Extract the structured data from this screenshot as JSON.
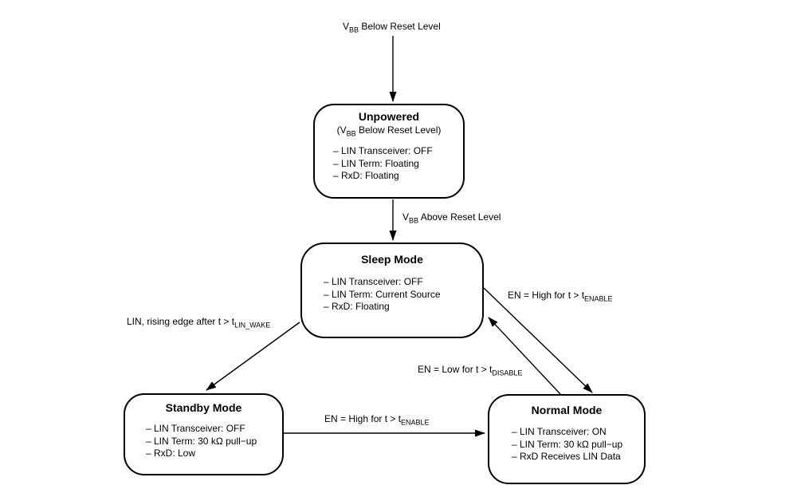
{
  "figure": {
    "background": "#ffffff",
    "line_color": "#000000",
    "text_color": "#000000"
  },
  "labels": {
    "vbb_below": {
      "pre": "V",
      "sub": "BB",
      "post": " Below Reset Level"
    },
    "vbb_above": {
      "pre": "V",
      "sub": "BB",
      "post": " Above Reset Level"
    },
    "lin_wake": {
      "pre": "LIN, rising edge after t > t",
      "sub": "LIN_WAKE",
      "post": ""
    },
    "en_high_upper": {
      "pre": "EN = High for t > t",
      "sub": "ENABLE",
      "post": ""
    },
    "en_low": {
      "pre": "EN = Low for t > t",
      "sub": "DISABLE",
      "post": ""
    },
    "en_high_lower": {
      "pre": "EN = High for t > t",
      "sub": "ENABLE",
      "post": ""
    }
  },
  "states": {
    "unpowered": {
      "title": "Unpowered",
      "subtitle": {
        "pre": "(V",
        "sub": "BB",
        "post": " Below Reset Level)"
      },
      "items": [
        "– LIN Transceiver: OFF",
        "– LIN Term: Floating",
        "– RxD: Floating"
      ]
    },
    "sleep": {
      "title": "Sleep Mode",
      "items": [
        "– LIN Transceiver: OFF",
        "– LIN Term: Current Source",
        "– RxD: Floating"
      ]
    },
    "standby": {
      "title": "Standby Mode",
      "items": [
        "– LIN Transceiver: OFF",
        "– LIN Term: 30 kΩ pull−up",
        "– RxD: Low"
      ]
    },
    "normal": {
      "title": "Normal Mode",
      "items": [
        "– LIN Transceiver: ON",
        "– LIN Term: 30 kΩ pull−up",
        "– RxD Receives LIN Data"
      ]
    }
  },
  "transitions": [
    {
      "from": "(power on)",
      "to": "Unpowered",
      "label": "VBB Below Reset Level"
    },
    {
      "from": "Unpowered",
      "to": "Sleep Mode",
      "label": "VBB Above Reset Level"
    },
    {
      "from": "Sleep Mode",
      "to": "Standby Mode",
      "label": "LIN, rising edge after t > tLIN_WAKE"
    },
    {
      "from": "Sleep Mode",
      "to": "Normal Mode",
      "label": "EN = High for t > tENABLE"
    },
    {
      "from": "Normal Mode",
      "to": "Sleep Mode",
      "label": "EN = Low for t > tDISABLE"
    },
    {
      "from": "Standby Mode",
      "to": "Normal Mode",
      "label": "EN = High for t > tENABLE"
    }
  ]
}
